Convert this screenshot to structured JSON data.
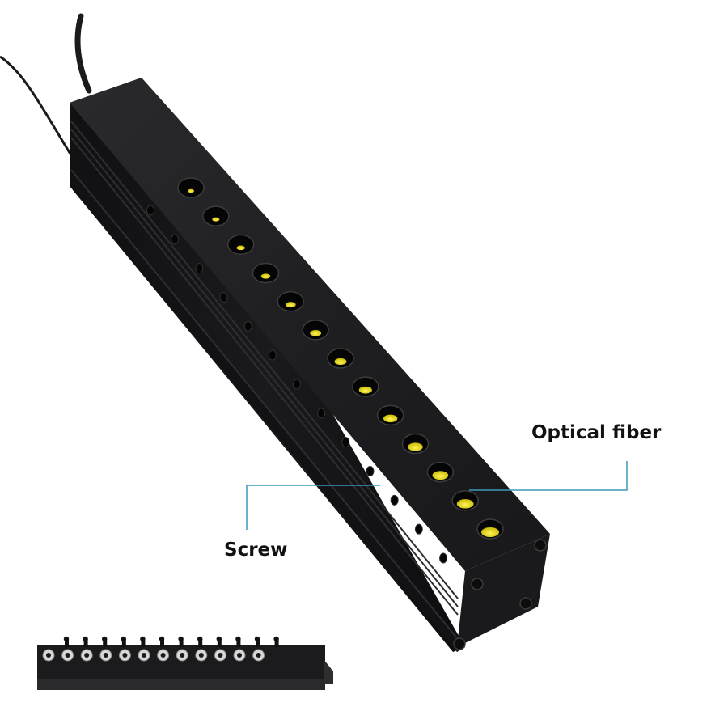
{
  "callouts": {
    "optical_fiber": "Optical fiber",
    "screw": "Screw"
  },
  "product": {
    "top_fiber_holes": 13,
    "side_screw_holes": 13,
    "inset_fiber_ports": 12
  },
  "colors": {
    "body": "#1c1c1e",
    "body_side": "#141416",
    "fiber_glow": "#f2e52a",
    "callout_line": "#3a9ab8",
    "background": "#ffffff"
  }
}
